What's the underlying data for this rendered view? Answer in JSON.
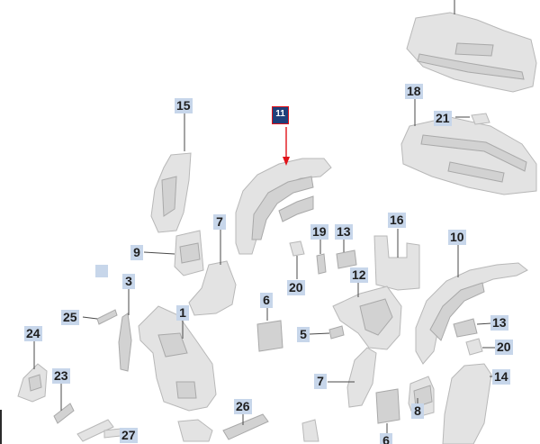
{
  "diagram": {
    "highlight_color": "#e0131a",
    "callout_color": "#c7d6ea",
    "highlight_badge_color": "#1e3f7a",
    "callouts": {
      "c15": "15",
      "c11": "11",
      "c18": "18",
      "c21": "21",
      "c7a": "7",
      "c9": "9",
      "c19": "19",
      "c13a": "13",
      "c16": "16",
      "c10": "10",
      "c20a": "20",
      "c12": "12",
      "c3": "3",
      "c6a": "6",
      "c25": "25",
      "c1": "1",
      "c5": "5",
      "c13b": "13",
      "c24": "24",
      "c20b": "20",
      "c23": "23",
      "c7b": "7",
      "c14": "14",
      "c26": "26",
      "c8": "8",
      "c27": "27",
      "c6b": "6"
    }
  }
}
